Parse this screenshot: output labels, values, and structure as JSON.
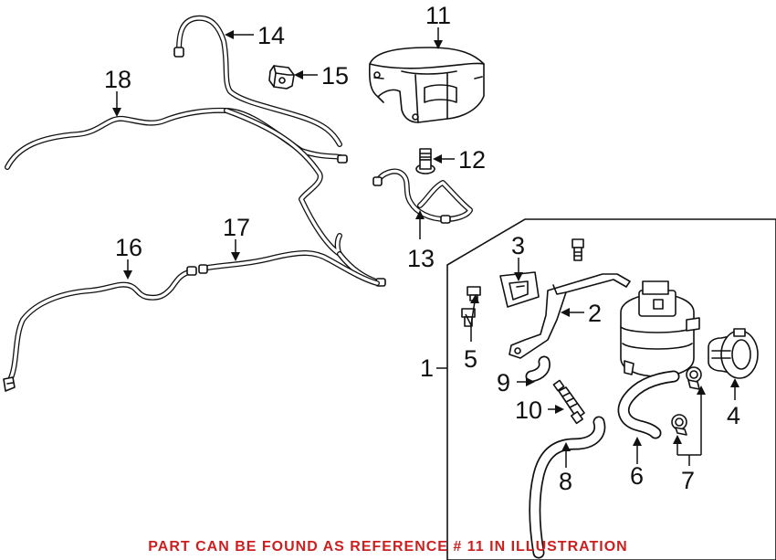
{
  "callouts": {
    "c1": "1",
    "c2": "2",
    "c3": "3",
    "c4": "4",
    "c5": "5",
    "c6": "6",
    "c7": "7",
    "c8": "8",
    "c9": "9",
    "c10": "10",
    "c11": "11",
    "c12": "12",
    "c13": "13",
    "c14": "14",
    "c15": "15",
    "c16": "16",
    "c17": "17",
    "c18": "18"
  },
  "footer": {
    "note": "PART CAN BE FOUND AS REFERENCE # 11 IN ILLUSTRATION"
  },
  "colors": {
    "line": "#111111",
    "footer_text": "#cc1f1f",
    "background": "#ffffff"
  }
}
